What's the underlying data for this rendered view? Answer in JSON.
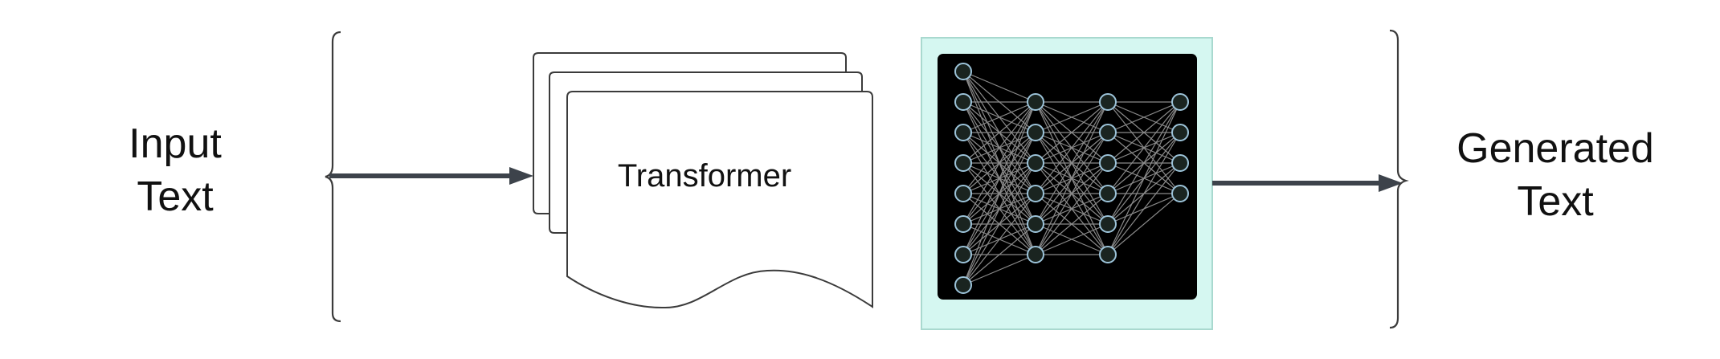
{
  "input_label": {
    "line1": "Input",
    "line2": "Text"
  },
  "transformer": {
    "label": "Transformer"
  },
  "network": {
    "layers": [
      8,
      6,
      6,
      4
    ],
    "panel_color": "#d5f7f1",
    "panel_border": "#a9d9cf",
    "canvas_color": "#000000",
    "node_color": "#9cc3d9",
    "edge_color": "#8a8a8a"
  },
  "output_label": {
    "line1": "Generated",
    "line2": "Text"
  },
  "arrow_color": "#3d434b"
}
